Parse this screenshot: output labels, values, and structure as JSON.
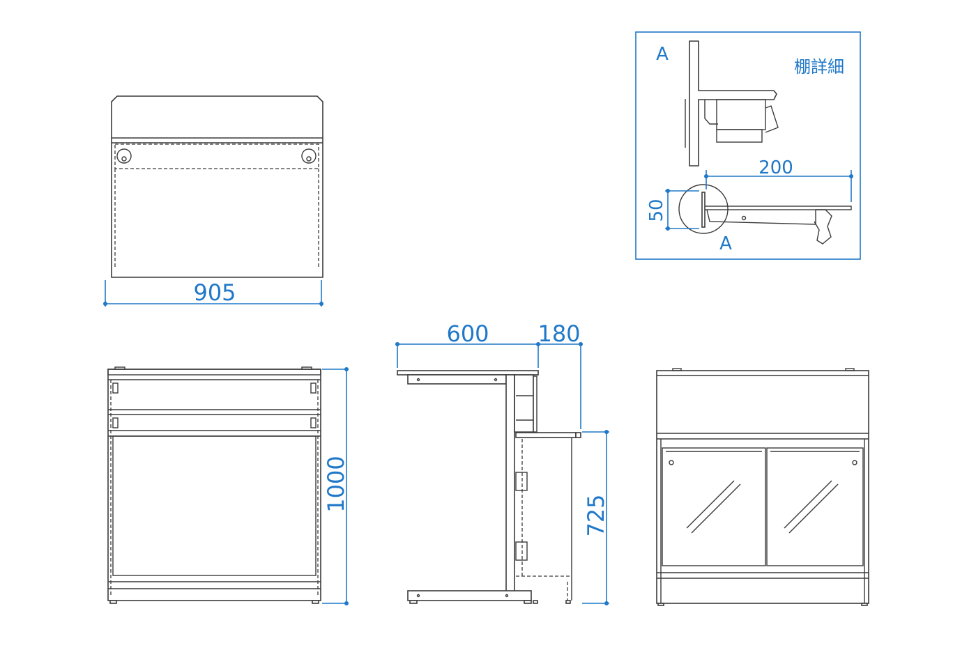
{
  "colors": {
    "dimension": "#1f78c8",
    "line": "#3a3a3a"
  },
  "top_view": {
    "width_label": "905"
  },
  "front_view": {
    "height_label": "1000"
  },
  "side_view": {
    "depth_label": "600",
    "shelf_depth_label": "180",
    "counter_height_label": "725"
  },
  "detail": {
    "title": "棚詳細",
    "section_label_top": "A",
    "section_label_bottom": "A",
    "shelf_length_label": "200",
    "shelf_height_label": "50"
  }
}
